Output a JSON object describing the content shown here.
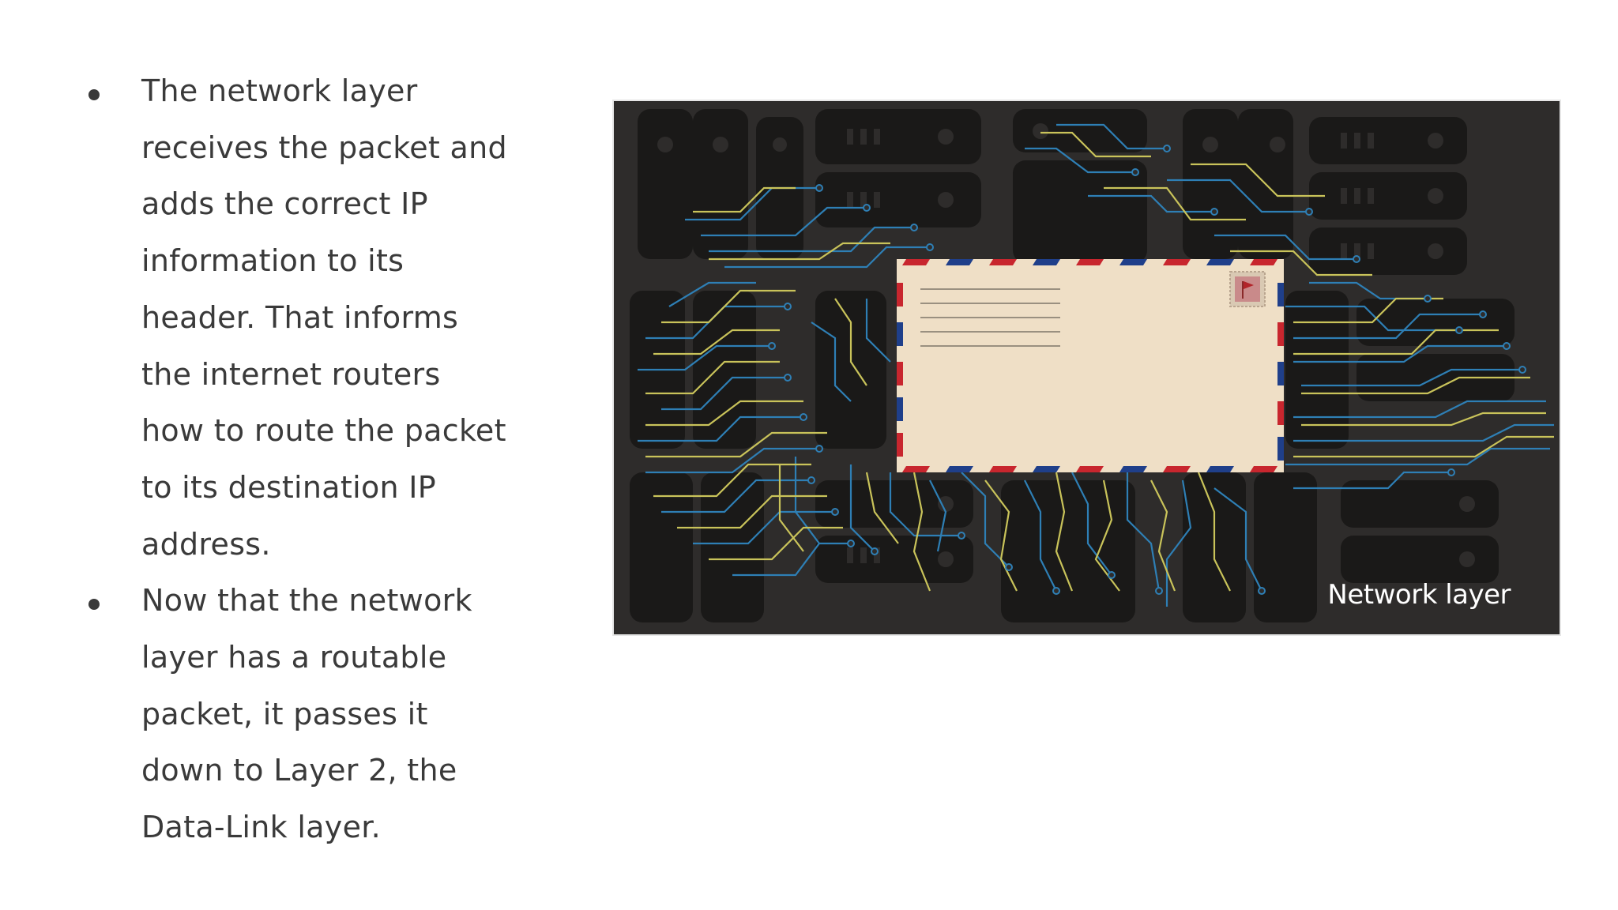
{
  "bullets": [
    {
      "lines": [
        "The network layer",
        "receives the packet and",
        "adds the correct IP",
        "information to its",
        "header. That informs",
        "the internet routers",
        "how to route the packet",
        "to its destination IP",
        "address."
      ]
    },
    {
      "lines": [
        "Now that the network",
        "layer has a routable",
        "packet, it passes it",
        "down to Layer 2, the",
        "Data-Link layer."
      ]
    }
  ],
  "figure": {
    "caption": "Network layer",
    "colors": {
      "background": "#2e2c2b",
      "server_silhouette": "#1a1918",
      "trace_blue": "#2e7fb5",
      "trace_yellow": "#c9c35a",
      "envelope": "#efdfc6",
      "airmail_red": "#c8262e",
      "airmail_blue": "#1f3f8a"
    }
  }
}
